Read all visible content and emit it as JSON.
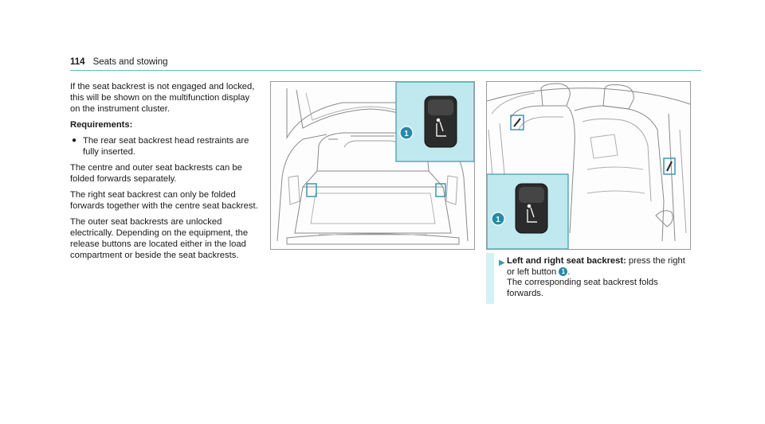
{
  "header": {
    "page_number": "114",
    "section": "Seats and stowing"
  },
  "left_column": {
    "intro": "If the seat backrest is not engaged and locked, this will be shown on the multifunction display on the instrument cluster.",
    "requirements_title": "Requirements:",
    "bullet_symbol": "●",
    "requirements": [
      "The rear seat backrest head restraints are fully inserted."
    ],
    "paragraphs": [
      "The centre and outer seat backrests can be folded forwards separately.",
      "The right seat backrest can only be folded forwards together with the centre seat backrest.",
      "The outer seat backrests are unlocked electrically. Depending on the equipment, the release buttons are located either in the load compartment or beside the seat backrests."
    ]
  },
  "figures": {
    "callout_number": "1",
    "fig1_description_icon": "seat-fold-icon",
    "fig2_description_icon": "seat-fold-icon"
  },
  "action": {
    "arrow": "▶",
    "heading": "Left and right seat backrest:",
    "text_before": " press the right or left button ",
    "badge": "1",
    "text_after": ".",
    "result": "The corresponding seat backrest folds forwards."
  },
  "colors": {
    "accent": "#3f96ae",
    "callout_fill": "#bfe9ee",
    "badge": "#2a88a8"
  }
}
